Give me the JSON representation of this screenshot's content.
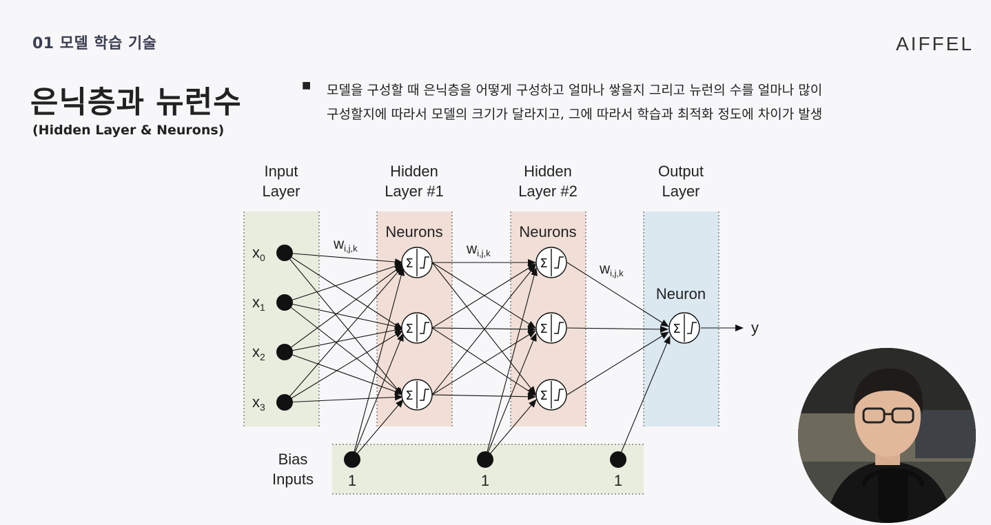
{
  "header": {
    "section": "01 모델 학습 기술",
    "logo": "AIFFEL"
  },
  "slide": {
    "title": "은닉층과 뉴런수",
    "subtitle": "(Hidden Layer & Neurons)",
    "bullet_lines": [
      "모델을 구성할 때 은닉층을 어떻게 구성하고 얼마나 쌓을지 그리고 뉴런의 수를 얼마나 많이",
      "구성할지에 따라서 모델의 크기가 달라지고, 그에 따라서 학습과 최적화 정도에 차이가 발생"
    ]
  },
  "diagram": {
    "layers": [
      {
        "label_line1": "Input",
        "label_line2": "Layer",
        "color": "#e9edde"
      },
      {
        "label_line1": "Hidden",
        "label_line2": "Layer #1",
        "color": "#f1dfd7"
      },
      {
        "label_line1": "Hidden",
        "label_line2": "Layer #2",
        "color": "#f1dfd7"
      },
      {
        "label_line1": "Output",
        "label_line2": "Layer",
        "color": "#dbe8f0"
      }
    ],
    "inputs": [
      {
        "base": "x",
        "sub": "0"
      },
      {
        "base": "x",
        "sub": "1"
      },
      {
        "base": "x",
        "sub": "2"
      },
      {
        "base": "x",
        "sub": "3"
      }
    ],
    "neurons_label": "Neurons",
    "neuron_label": "Neuron",
    "weight_base": "w",
    "weight_sub": "i,j,k",
    "output_label": "y",
    "bias_label_line1": "Bias",
    "bias_label_line2": "Inputs",
    "bias_values": [
      "1",
      "1",
      "1"
    ],
    "bias_color": "#e9edde",
    "neuron_symbol": "Σ"
  },
  "webcam": {
    "icon": "person-silhouette-icon"
  }
}
